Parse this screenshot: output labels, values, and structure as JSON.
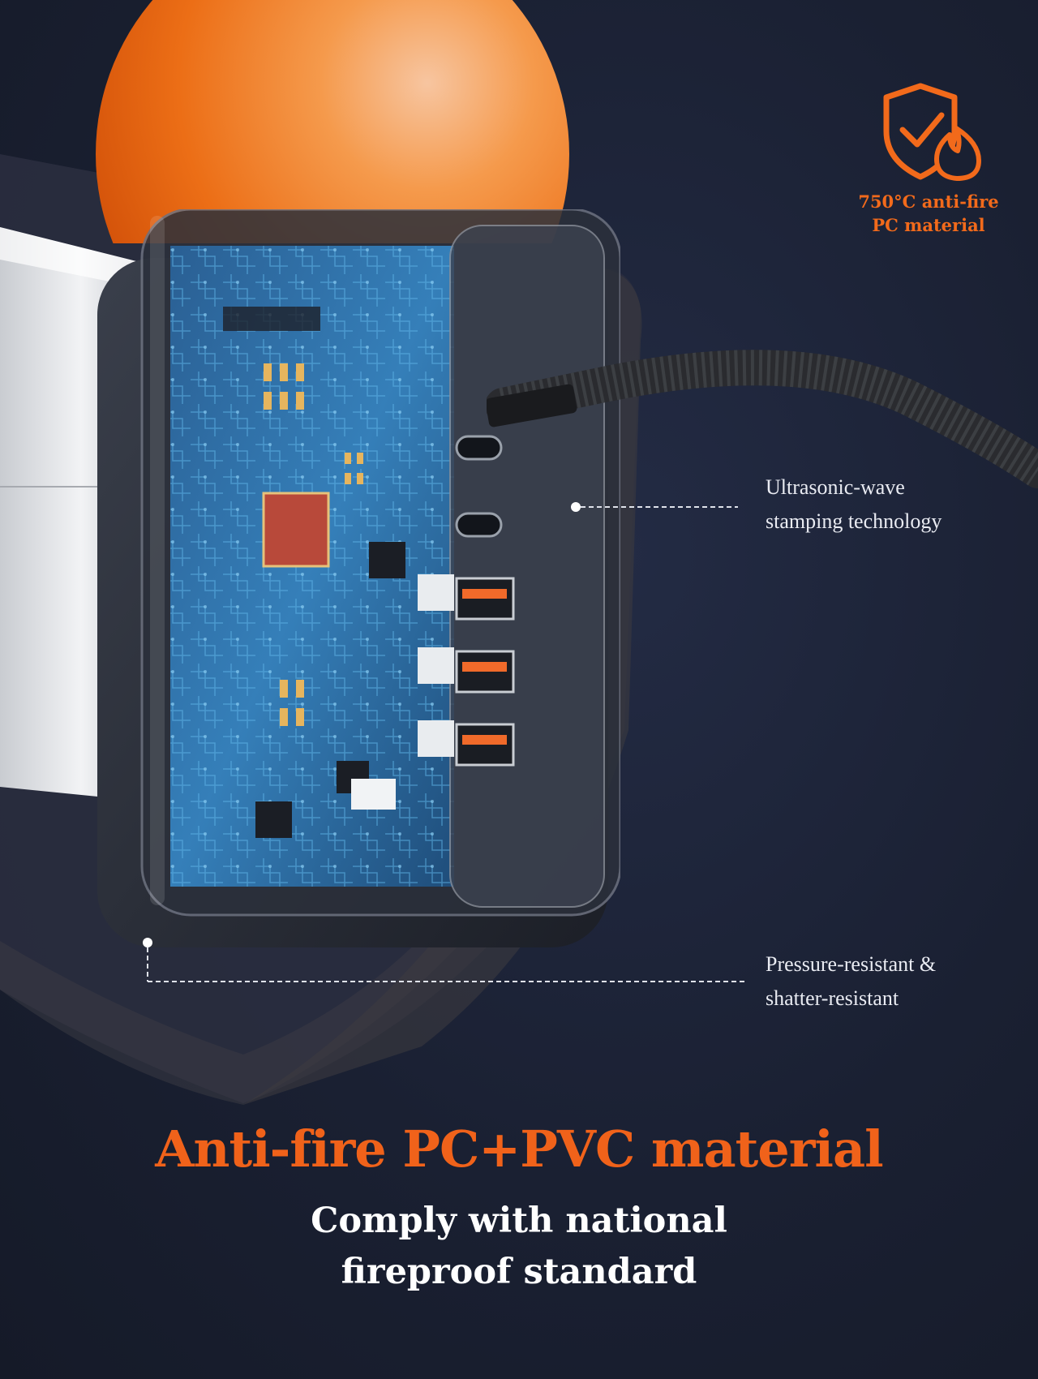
{
  "badge": {
    "icon": "shield-fire-icon",
    "line1": "750°C anti-fire",
    "line2": "PC material",
    "color": "#f26a1b"
  },
  "callouts": {
    "top": {
      "line1": "Ultrasonic-wave",
      "line2": "stamping technology"
    },
    "bottom": {
      "line1": "Pressure-resistant &",
      "line2": "shatter-resistant"
    }
  },
  "headline": "Anti-fire PC+PVC material",
  "subheading": {
    "line1": "Comply with national",
    "line2": "fireproof standard"
  },
  "colors": {
    "accent": "#f0621a",
    "background": "#1a2032",
    "sphere": "#f07a1e",
    "circuit": "#2b6fa8"
  },
  "ports": {
    "usb_c": 2,
    "usb_a": 3
  }
}
